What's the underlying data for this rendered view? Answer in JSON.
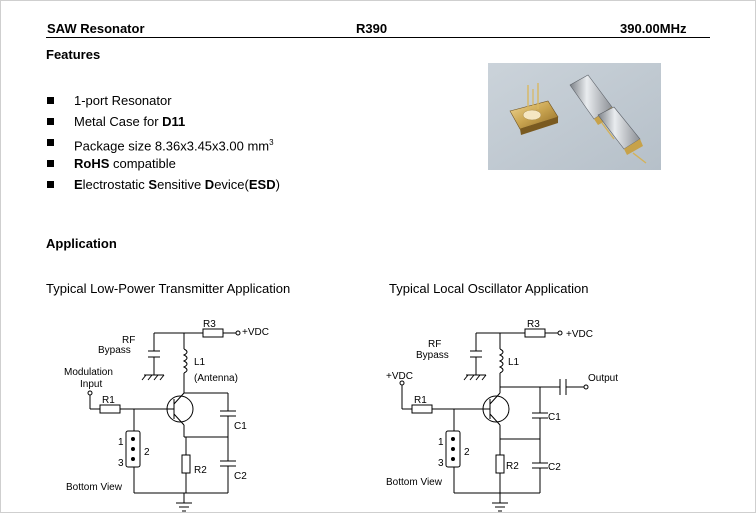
{
  "header": {
    "product": "SAW Resonator",
    "part": "R390",
    "frequency": "390.00MHz"
  },
  "features": {
    "heading": "Features",
    "items": [
      {
        "pre": "1-port Resonator"
      },
      {
        "pre": "Metal Case for ",
        "bold": "D11"
      },
      {
        "pre": "Package size 8.36x3.45x3.00 mm",
        "sup": "3"
      },
      {
        "bold": "RoHS",
        "post": " compatible"
      },
      {
        "esd": [
          "E",
          "lectrostatic ",
          "S",
          "ensitive ",
          "D",
          "evice(",
          "ESD",
          ")"
        ]
      }
    ]
  },
  "application": {
    "heading": "Application",
    "transmitter": {
      "title": "Typical Low-Power Transmitter Application",
      "labels": {
        "rf": "RF",
        "bypass": "Bypass",
        "r3": "R3",
        "vdc": "+VDC",
        "l1": "L1",
        "antenna": "(Antenna)",
        "mod1": "Modulation",
        "mod2": "Input",
        "r1": "R1",
        "c1": "C1",
        "r2": "R2",
        "c2": "C2",
        "pin1": "1",
        "pin2": "2",
        "pin3": "3",
        "bottom": "Bottom View"
      }
    },
    "oscillator": {
      "title": "Typical Local Oscillator Application",
      "labels": {
        "rf": "RF",
        "bypass": "Bypass",
        "r3": "R3",
        "vdc": "+VDC",
        "l1": "L1",
        "vdc_left": "+VDC",
        "output": "Output",
        "r1": "R1",
        "c1": "C1",
        "r2": "R2",
        "c2": "C2",
        "pin1": "1",
        "pin2": "2",
        "pin3": "3",
        "bottom": "Bottom View"
      }
    }
  }
}
